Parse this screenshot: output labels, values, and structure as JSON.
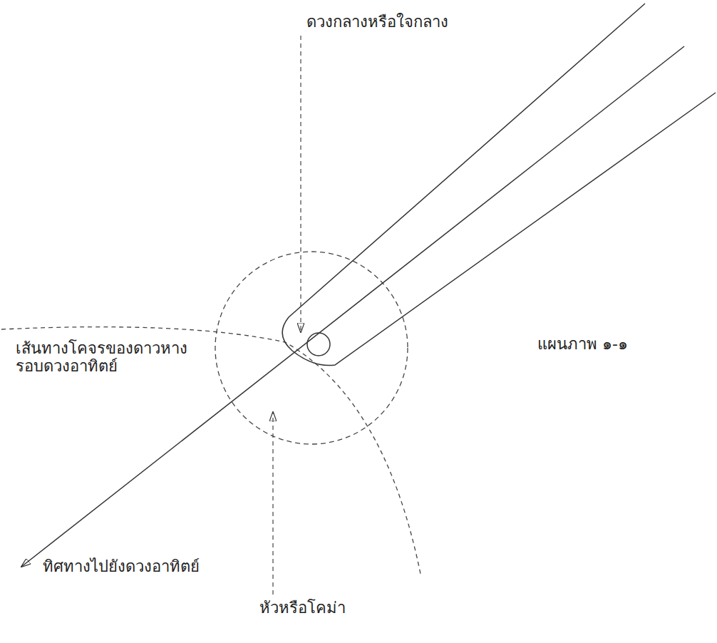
{
  "diagram": {
    "labels": [
      "ดวงกลางหรือใจกลาง",
      "เส้นทางโคจรของดาวหาง รอบดวงอาทิตย์",
      "แผนภาพ ๑-๑",
      "ทิศทางไปยังดวงอาทิตย์",
      "หัวหรือโคม่า"
    ]
  }
}
